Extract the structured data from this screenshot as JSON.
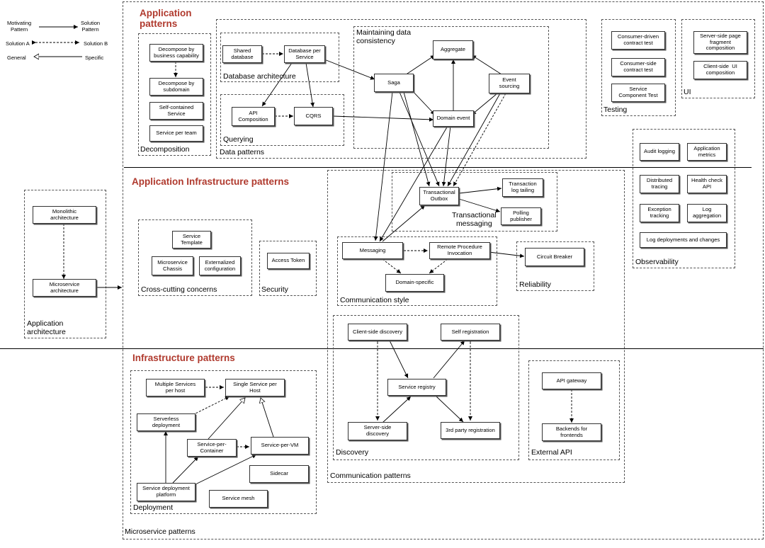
{
  "legend": {
    "motivating": "Motivating\nPattern",
    "solution": "Solution\nPattern",
    "solution_a": "Solution A",
    "solution_b": "Solution B",
    "general": "General",
    "specific": "Specific"
  },
  "sections": {
    "app_patterns": "Application\npatterns",
    "app_infra": "Application Infrastructure patterns",
    "infra": "Infrastructure patterns"
  },
  "groups": {
    "decomposition": "Decomposition",
    "database_architecture": "Database architecture",
    "querying": "Querying",
    "data_patterns": "Data patterns",
    "maintaining": "Maintaining data\nconsistency",
    "testing": "Testing",
    "ui": "UI",
    "observability": "Observability",
    "cross_cutting": "Cross-cutting concerns",
    "security": "Security",
    "transactional_messaging": "Transactional\nmessaging",
    "communication_style": "Communication style",
    "reliability": "Reliability",
    "discovery": "Discovery",
    "external_api": "External API",
    "communication_patterns": "Communication patterns",
    "deployment": "Deployment",
    "application_architecture": "Application\narchitecture",
    "microservice_patterns": "Microservice patterns"
  },
  "nodes": {
    "decompose_business": "Decompose by\nbusiness capability",
    "decompose_subdomain": "Decompose by\nsubdomain",
    "self_contained": "Self-contained\nService",
    "service_per_team": "Service per team",
    "shared_database": "Shared\ndatabase",
    "database_per_service": "Database per\nService",
    "api_composition": "API\nComposition",
    "cqrs": "CQRS",
    "saga": "Saga",
    "aggregate": "Aggregate",
    "event_sourcing": "Event\nsourcing",
    "domain_event": "Domain event",
    "consumer_driven": "Consumer-driven\ncontract test",
    "consumer_side": "Consumer-side\ncontract test",
    "service_component_test": "Service\nComponent Test",
    "server_side_page": "Server-side page\nfragment\ncomposition",
    "client_side_ui": "Client-side  UI\ncomposition",
    "audit_logging": "Audit logging",
    "application_metrics": "Application\nmetrics",
    "distributed_tracing": "Distributed\ntracing",
    "health_check": "Health check\nAPI",
    "exception_tracking": "Exception\ntracking",
    "log_aggregation": "Log\naggregation",
    "log_deployments": "Log deployments and changes",
    "monolithic": "Monolithic\narchitecture",
    "microservice_arch": "Microservice\narchitecture",
    "service_template": "Service\nTemplate",
    "microservice_chassis": "Microservice\nChassis",
    "externalized_config": "Externalized\nconfiguration",
    "access_token": "Access Token",
    "transactional_outbox": "Transactional\nOutbox",
    "transaction_log_tailing": "Transaction\nlog tailing",
    "polling_publisher": "Polling\npublisher",
    "messaging": "Messaging",
    "rpi": "Remote Procedure\nInvocation",
    "domain_specific": "Domain-specific",
    "circuit_breaker": "Circuit Breaker",
    "client_side_discovery": "Client-side discovery",
    "self_registration": "Self registration",
    "service_registry": "Service registry",
    "server_side_discovery": "Server-side\ndiscovery",
    "third_party_registration": "3rd party registration",
    "api_gateway": "API gateway",
    "backends_for_frontends": "Backends for\nfrontends",
    "multiple_services_per_host": "Multiple Services\nper host",
    "single_service_per_host": "Single Service per\nHost",
    "serverless_deployment": "Serverless\ndeployment",
    "service_per_container": "Service-per-\nContainer",
    "service_per_vm": "Service-per-VM",
    "sidecar": "Sidecar",
    "service_deployment_platform": "Service deployment\nplatform",
    "service_mesh": "Service mesh"
  }
}
